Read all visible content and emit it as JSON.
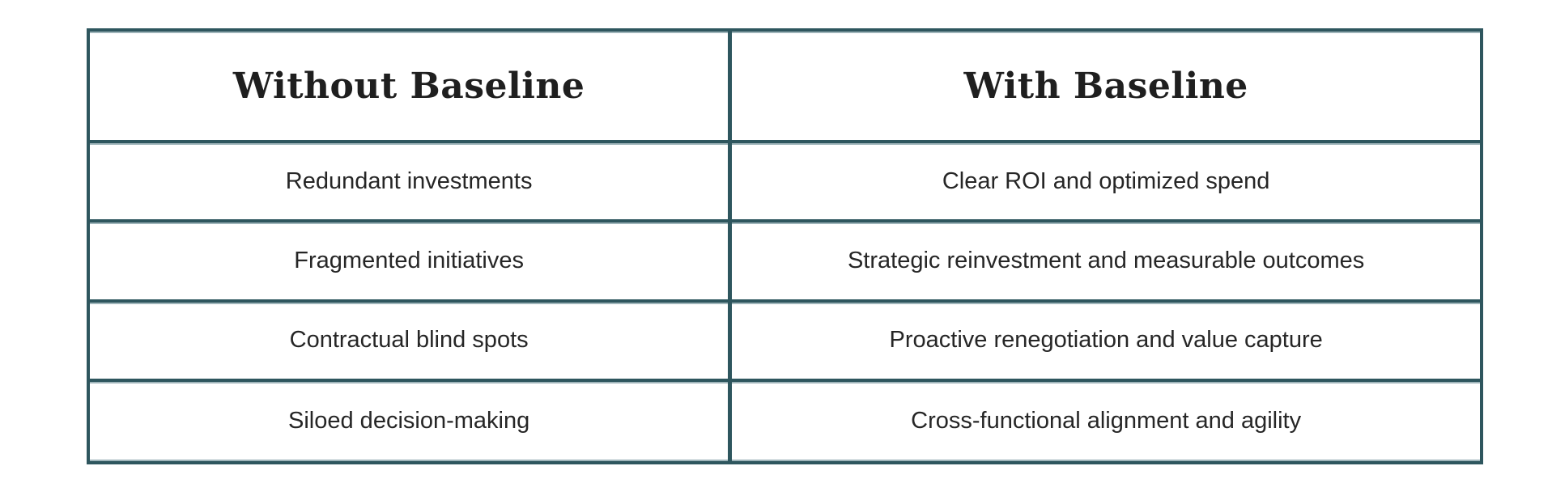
{
  "theme": {
    "border_color": "#2e565e",
    "accent_line_color": "#9fb5ba",
    "header_text_color": "#1f1f1f",
    "body_text_color": "#262626",
    "background_color": "#ffffff"
  },
  "table": {
    "columns": [
      {
        "header": "Without Baseline"
      },
      {
        "header": "With Baseline"
      }
    ],
    "rows": [
      {
        "left": "Redundant investments",
        "right": "Clear ROI and optimized spend"
      },
      {
        "left": "Fragmented initiatives",
        "right": "Strategic reinvestment and measurable outcomes"
      },
      {
        "left": "Contractual blind spots",
        "right": "Proactive renegotiation and value capture"
      },
      {
        "left": "Siloed decision-making",
        "right": "Cross-functional alignment and agility"
      }
    ]
  }
}
